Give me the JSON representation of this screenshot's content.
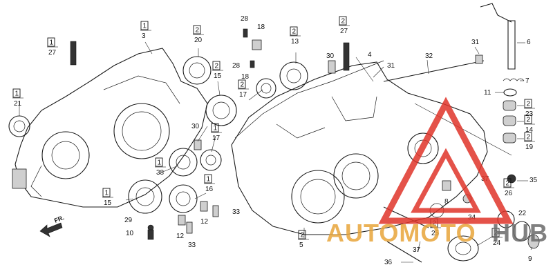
{
  "diagram": {
    "arrow_label": "FR.",
    "labels": [
      {
        "id": "l21",
        "num": "21",
        "qty": "1"
      },
      {
        "id": "l27a",
        "num": "27",
        "qty": "1"
      },
      {
        "id": "l3",
        "num": "3",
        "qty": "1"
      },
      {
        "id": "l20",
        "num": "20",
        "qty": "2"
      },
      {
        "id": "l28a",
        "num": "28",
        "qty": ""
      },
      {
        "id": "l18a",
        "num": "18",
        "qty": ""
      },
      {
        "id": "l13",
        "num": "13",
        "qty": "2"
      },
      {
        "id": "l27b",
        "num": "27",
        "qty": "2"
      },
      {
        "id": "l30a",
        "num": "30",
        "qty": ""
      },
      {
        "id": "l4",
        "num": "4",
        "qty": ""
      },
      {
        "id": "l31a",
        "num": "31",
        "qty": ""
      },
      {
        "id": "l32",
        "num": "32",
        "qty": ""
      },
      {
        "id": "l31b",
        "num": "31",
        "qty": ""
      },
      {
        "id": "l6",
        "num": "6",
        "qty": ""
      },
      {
        "id": "l7",
        "num": "7",
        "qty": ""
      },
      {
        "id": "l11",
        "num": "11",
        "qty": ""
      },
      {
        "id": "l23",
        "num": "23",
        "qty": "2"
      },
      {
        "id": "l14",
        "num": "14",
        "qty": "2"
      },
      {
        "id": "l19",
        "num": "19",
        "qty": "2"
      },
      {
        "id": "l15a",
        "num": "15",
        "qty": "2"
      },
      {
        "id": "l28b",
        "num": "28",
        "qty": ""
      },
      {
        "id": "l18b",
        "num": "18",
        "qty": ""
      },
      {
        "id": "l17a",
        "num": "17",
        "qty": "2"
      },
      {
        "id": "l30b",
        "num": "30",
        "qty": ""
      },
      {
        "id": "l17b",
        "num": "17",
        "qty": "1"
      },
      {
        "id": "l38",
        "num": "38",
        "qty": "1"
      },
      {
        "id": "l15b",
        "num": "15",
        "qty": "1"
      },
      {
        "id": "l16",
        "num": "16",
        "qty": "1"
      },
      {
        "id": "l33a",
        "num": "33",
        "qty": ""
      },
      {
        "id": "l29",
        "num": "29",
        "qty": ""
      },
      {
        "id": "l10",
        "num": "10",
        "qty": ""
      },
      {
        "id": "l12a",
        "num": "12",
        "qty": ""
      },
      {
        "id": "l12b",
        "num": "12",
        "qty": ""
      },
      {
        "id": "l33b",
        "num": "33",
        "qty": ""
      },
      {
        "id": "l5",
        "num": "5",
        "qty": "2"
      },
      {
        "id": "l37a",
        "num": "37",
        "qty": ""
      },
      {
        "id": "l35",
        "num": "35",
        "qty": ""
      },
      {
        "id": "l8",
        "num": "8",
        "qty": ""
      },
      {
        "id": "l26",
        "num": "26",
        "qty": "2"
      },
      {
        "id": "l34",
        "num": "34",
        "qty": ""
      },
      {
        "id": "l22",
        "num": "22",
        "qty": ""
      },
      {
        "id": "l25",
        "num": "25",
        "qty": "2"
      },
      {
        "id": "l24",
        "num": "24",
        "qty": "2"
      },
      {
        "id": "l37b",
        "num": "37",
        "qty": ""
      },
      {
        "id": "l9",
        "num": "9",
        "qty": ""
      },
      {
        "id": "l36",
        "num": "36",
        "qty": ""
      }
    ]
  },
  "watermark": {
    "text_orange": "AUTOMOTO",
    "text_gray": "HUB",
    "orange": "#e8a53a",
    "red": "#e0342a",
    "gray": "#6b6b6b"
  }
}
